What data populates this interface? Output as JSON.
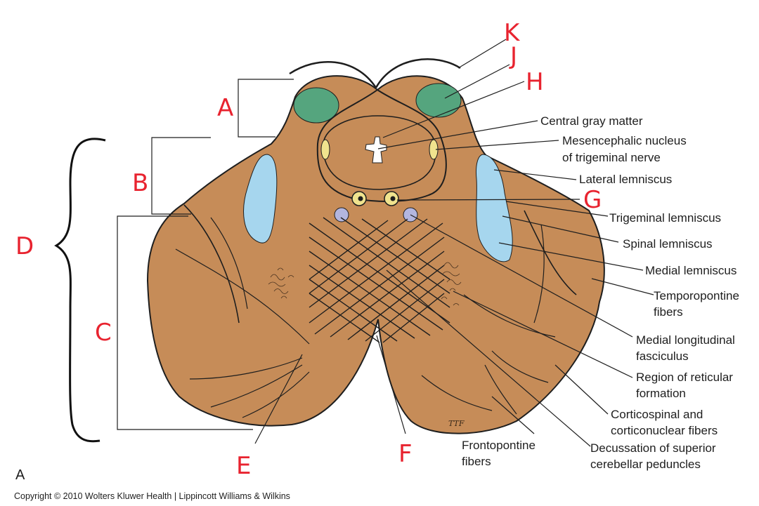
{
  "colors": {
    "tissue": "#c68c58",
    "outline": "#1e1e1e",
    "green_nucleus": "#55a57e",
    "blue_lemniscus": "#a6d6ee",
    "yellow_nucleus": "#f0e38e",
    "purple_fasciculus": "#b3b6df",
    "red_annotation": "#e8232f"
  },
  "labels": {
    "central_gray": "Central gray matter",
    "mesenc_1": "Mesencephalic nucleus",
    "mesenc_2": "of trigeminal nerve",
    "lateral_lemniscus": "Lateral lemniscus",
    "trigeminal_lemniscus": "Trigeminal lemniscus",
    "spinal_lemniscus": "Spinal lemniscus",
    "medial_lemniscus": "Medial lemniscus",
    "temporopontine_1": "Temporopontine",
    "temporopontine_2": "fibers",
    "mlf_1": "Medial longitudinal",
    "mlf_2": "fasciculus",
    "reticular_1": "Region of reticular",
    "reticular_2": "formation",
    "corticospinal_1": "Corticospinal and",
    "corticospinal_2": "corticonuclear fibers",
    "decussation_1": "Decussation of superior",
    "decussation_2": "cerebellar peduncles",
    "frontopontine_1": "Frontopontine",
    "frontopontine_2": "fibers"
  },
  "annotations": {
    "A": "A",
    "B": "B",
    "C": "C",
    "D": "D",
    "E": "E",
    "F": "F",
    "G": "G",
    "H": "H",
    "J": "J",
    "K": "K"
  },
  "panel_letter": "A",
  "signature": "TTF",
  "copyright": "Copyright © 2010 Wolters Kluwer Health | Lippincott Williams & Wilkins"
}
